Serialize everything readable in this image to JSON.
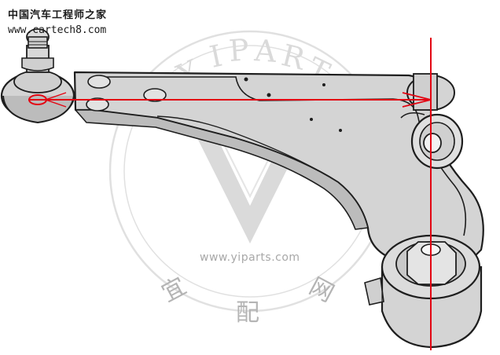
{
  "source": {
    "caption": "中国汽车工程师之家",
    "url": "www.cartech8.com"
  },
  "watermark": {
    "brand": "YIPARTS",
    "url": "www.yiparts.com",
    "cn_chars": [
      "宜",
      "配",
      "网"
    ]
  },
  "colors": {
    "part_fill": "#d4d4d4",
    "part_shade": "#b9b9b9",
    "outline": "#1e1e1e",
    "annotation": "#e30613",
    "watermark": "#c4c4c4"
  }
}
